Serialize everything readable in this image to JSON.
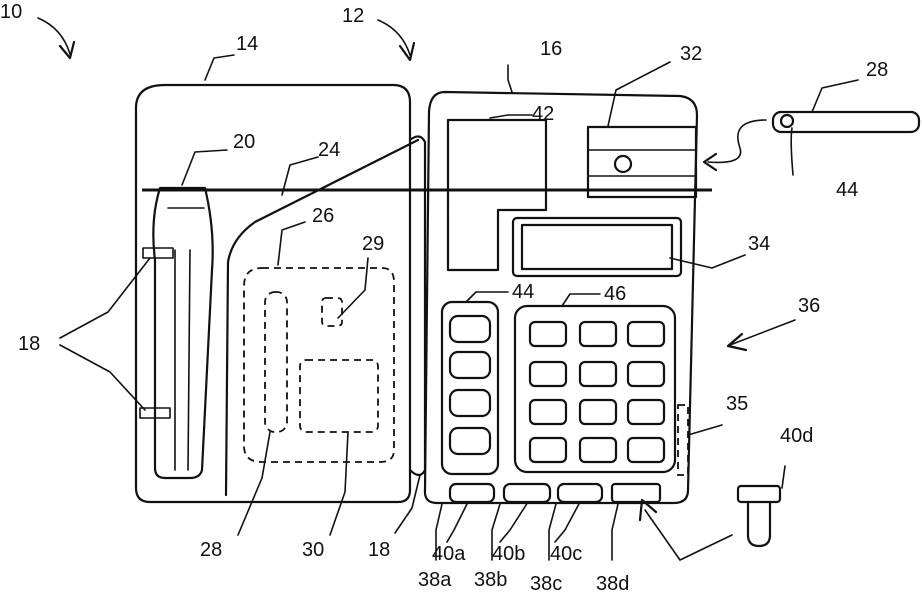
{
  "labels": {
    "l10": "10",
    "l12": "12",
    "l14": "14",
    "l16": "16",
    "l32": "32",
    "l28_top": "28",
    "l20": "20",
    "l24": "24",
    "l42": "42",
    "l26": "26",
    "l29": "29",
    "l44_right": "44",
    "l34": "34",
    "l44_mid": "44",
    "l46": "46",
    "l36": "36",
    "l18_left": "18",
    "l35": "35",
    "l40d": "40d",
    "l28_bottom": "28",
    "l30": "30",
    "l18_bottom": "18",
    "l40a": "40a",
    "l40b": "40b",
    "l40c": "40c",
    "l38a": "38a",
    "l38b": "38b",
    "l38c": "38c",
    "l38d": "38d"
  }
}
